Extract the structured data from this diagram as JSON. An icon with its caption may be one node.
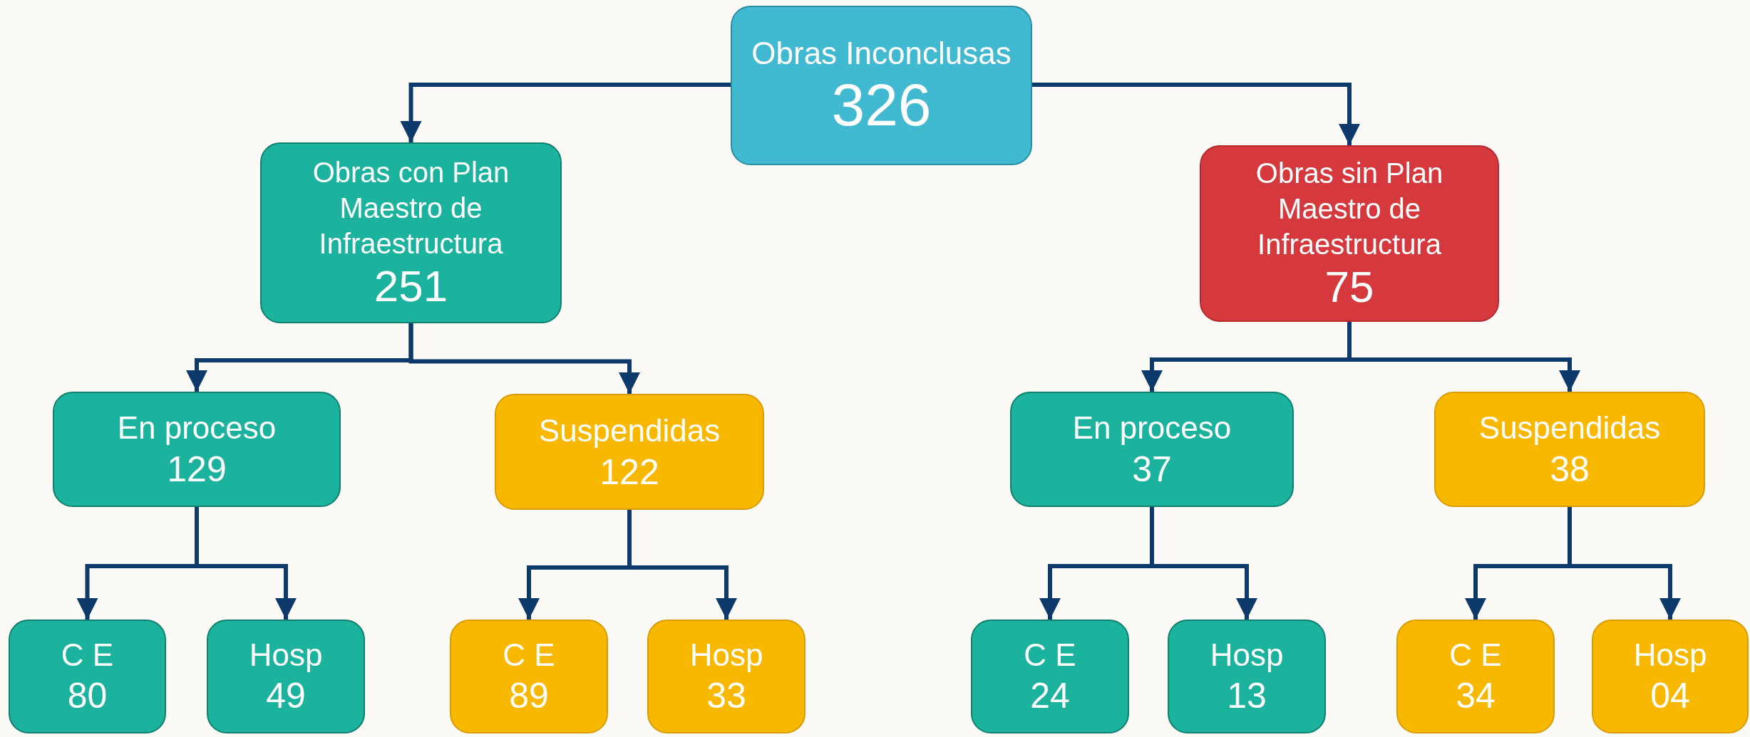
{
  "diagram": {
    "nodes": [
      {
        "text": [
          "Obras Inconclusas",
          "326"
        ]
      },
      {
        "text": [
          "Obras con Plan Maestro de Infraestructura",
          "251"
        ]
      },
      {
        "text": [
          "Obras sin Plan Maestro de Infraestructura",
          "75"
        ]
      },
      {
        "text": [
          "En proceso",
          "129"
        ]
      },
      {
        "text": [
          "Suspendidas",
          "122"
        ]
      },
      {
        "text": [
          "En proceso",
          "37"
        ]
      },
      {
        "text": [
          "Suspendidas",
          "38"
        ]
      },
      {
        "text": [
          "C E",
          "80"
        ]
      },
      {
        "text": [
          "Hosp",
          "49"
        ]
      },
      {
        "text": [
          "C E",
          "89"
        ]
      },
      {
        "text": [
          "Hosp",
          "33"
        ]
      },
      {
        "text": [
          "C E",
          "24"
        ]
      },
      {
        "text": [
          "Hosp",
          "13"
        ]
      },
      {
        "text": [
          "C E",
          "34"
        ]
      },
      {
        "text": [
          "Hosp",
          "04"
        ]
      }
    ],
    "edges": [
      {
        "from": 0,
        "to": 1,
        "arrow": "to"
      },
      {
        "from": 0,
        "to": 2,
        "arrow": "to"
      },
      {
        "from": 1,
        "to": 3,
        "arrow": "to"
      },
      {
        "from": 1,
        "to": 4,
        "arrow": "to"
      },
      {
        "from": 2,
        "to": 5,
        "arrow": "to"
      },
      {
        "from": 2,
        "to": 6,
        "arrow": "to"
      },
      {
        "from": 3,
        "to": 7,
        "arrow": "to"
      },
      {
        "from": 3,
        "to": 8,
        "arrow": "to"
      },
      {
        "from": 4,
        "to": 9,
        "arrow": "to"
      },
      {
        "from": 4,
        "to": 10,
        "arrow": "to"
      },
      {
        "from": 5,
        "to": 11,
        "arrow": "to"
      },
      {
        "from": 5,
        "to": 12,
        "arrow": "to"
      },
      {
        "from": 6,
        "to": 13,
        "arrow": "to"
      },
      {
        "from": 6,
        "to": 14,
        "arrow": "to"
      }
    ]
  }
}
